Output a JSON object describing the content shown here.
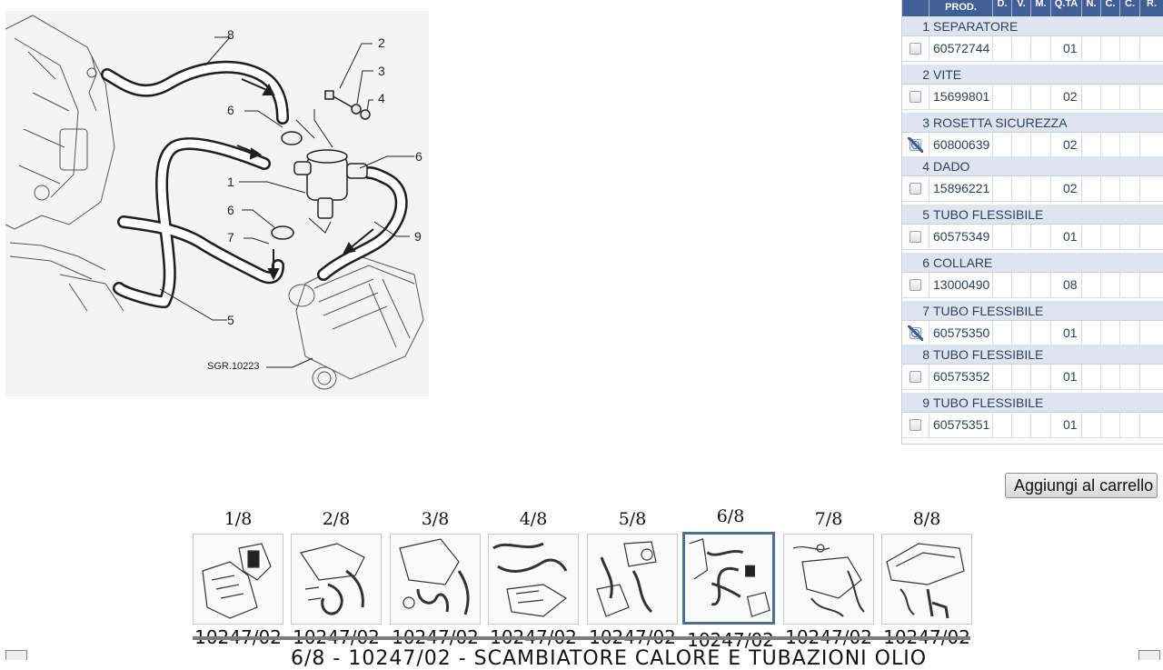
{
  "diagram": {
    "code": "SGR.10223",
    "callouts": [
      "8",
      "2",
      "3",
      "4",
      "6",
      "1",
      "6",
      "6",
      "7",
      "9",
      "5"
    ]
  },
  "table": {
    "headers": [
      "PROD.",
      "D.",
      "V.",
      "M.",
      "Q.TA",
      "N.",
      "C.",
      "C.",
      "R."
    ],
    "parts": [
      {
        "num": "1",
        "desc": "SEPARATORE",
        "code": "60572744",
        "qty": "01",
        "checked": false
      },
      {
        "num": "2",
        "desc": "VITE",
        "code": "15699801",
        "qty": "02",
        "checked": false
      },
      {
        "num": "3",
        "desc": "ROSETTA SICUREZZA",
        "code": "60800639",
        "qty": "02",
        "checked": true
      },
      {
        "num": "4",
        "desc": "DADO",
        "code": "15896221",
        "qty": "02",
        "checked": false
      },
      {
        "num": "5",
        "desc": "TUBO FLESSIBILE",
        "code": "60575349",
        "qty": "01",
        "checked": false
      },
      {
        "num": "6",
        "desc": "COLLARE",
        "code": "13000490",
        "qty": "08",
        "checked": false
      },
      {
        "num": "7",
        "desc": "TUBO FLESSIBILE",
        "code": "60575350",
        "qty": "01",
        "checked": true
      },
      {
        "num": "8",
        "desc": "TUBO FLESSIBILE",
        "code": "60575352",
        "qty": "01",
        "checked": false
      },
      {
        "num": "9",
        "desc": "TUBO FLESSIBILE",
        "code": "60575351",
        "qty": "01",
        "checked": false
      }
    ]
  },
  "cart_button": "Aggiungi al carrello",
  "thumbnails": [
    {
      "label": "1/8",
      "code": "10247/02"
    },
    {
      "label": "2/8",
      "code": "10247/02"
    },
    {
      "label": "3/8",
      "code": "10247/02"
    },
    {
      "label": "4/8",
      "code": "10247/02"
    },
    {
      "label": "5/8",
      "code": "10247/02"
    },
    {
      "label": "6/8",
      "code": "10247/02",
      "active": true
    },
    {
      "label": "7/8",
      "code": "10247/02"
    },
    {
      "label": "8/8",
      "code": "10247/02"
    }
  ],
  "footer": "6/8 - 10247/02 - SCAMBIATORE CALORE E TUBAZIONI OLIO"
}
